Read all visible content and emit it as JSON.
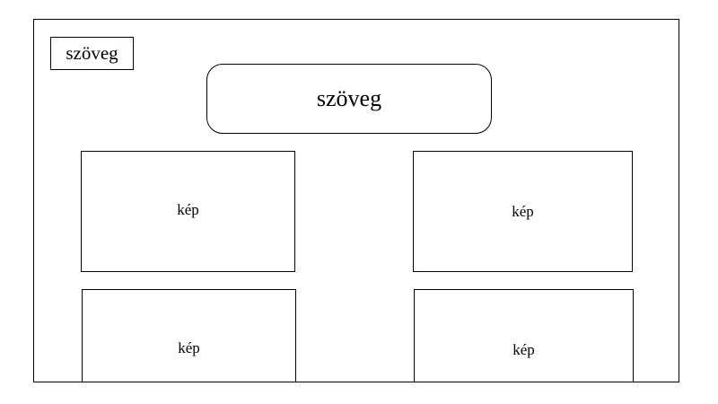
{
  "header": {
    "label": "szöveg"
  },
  "title": {
    "text": "szöveg"
  },
  "images": [
    {
      "label": "kép"
    },
    {
      "label": "kép"
    },
    {
      "label": "kép"
    },
    {
      "label": "kép"
    }
  ],
  "colors": {
    "stroke": "#000000",
    "background": "#ffffff"
  }
}
